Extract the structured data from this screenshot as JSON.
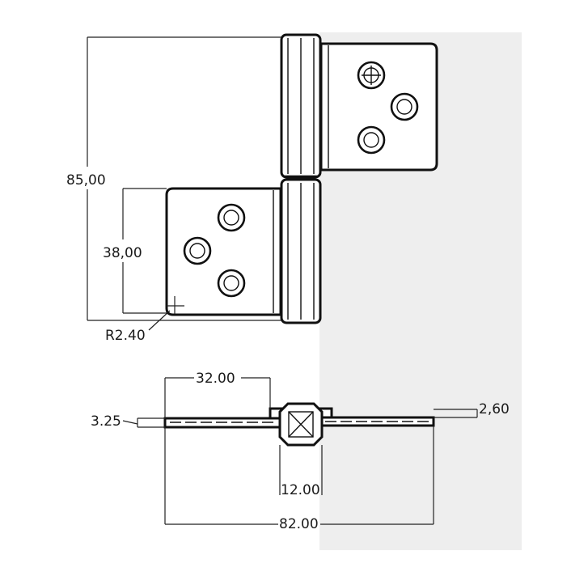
{
  "drawing": {
    "subject": "Hinge technical drawing",
    "dimensions": {
      "overall_height": "85,00",
      "leaf_height": "38,00",
      "corner_radius": "R2.40",
      "leaf_width": "32.00",
      "leaf_thickness": "3.25",
      "other_leaf_thickness": "2,60",
      "knuckle_diameter": "12.00",
      "overall_width": "82.00"
    },
    "colors": {
      "line": "#111111",
      "background": "#ffffff",
      "shadow": "#eeeeee"
    }
  }
}
